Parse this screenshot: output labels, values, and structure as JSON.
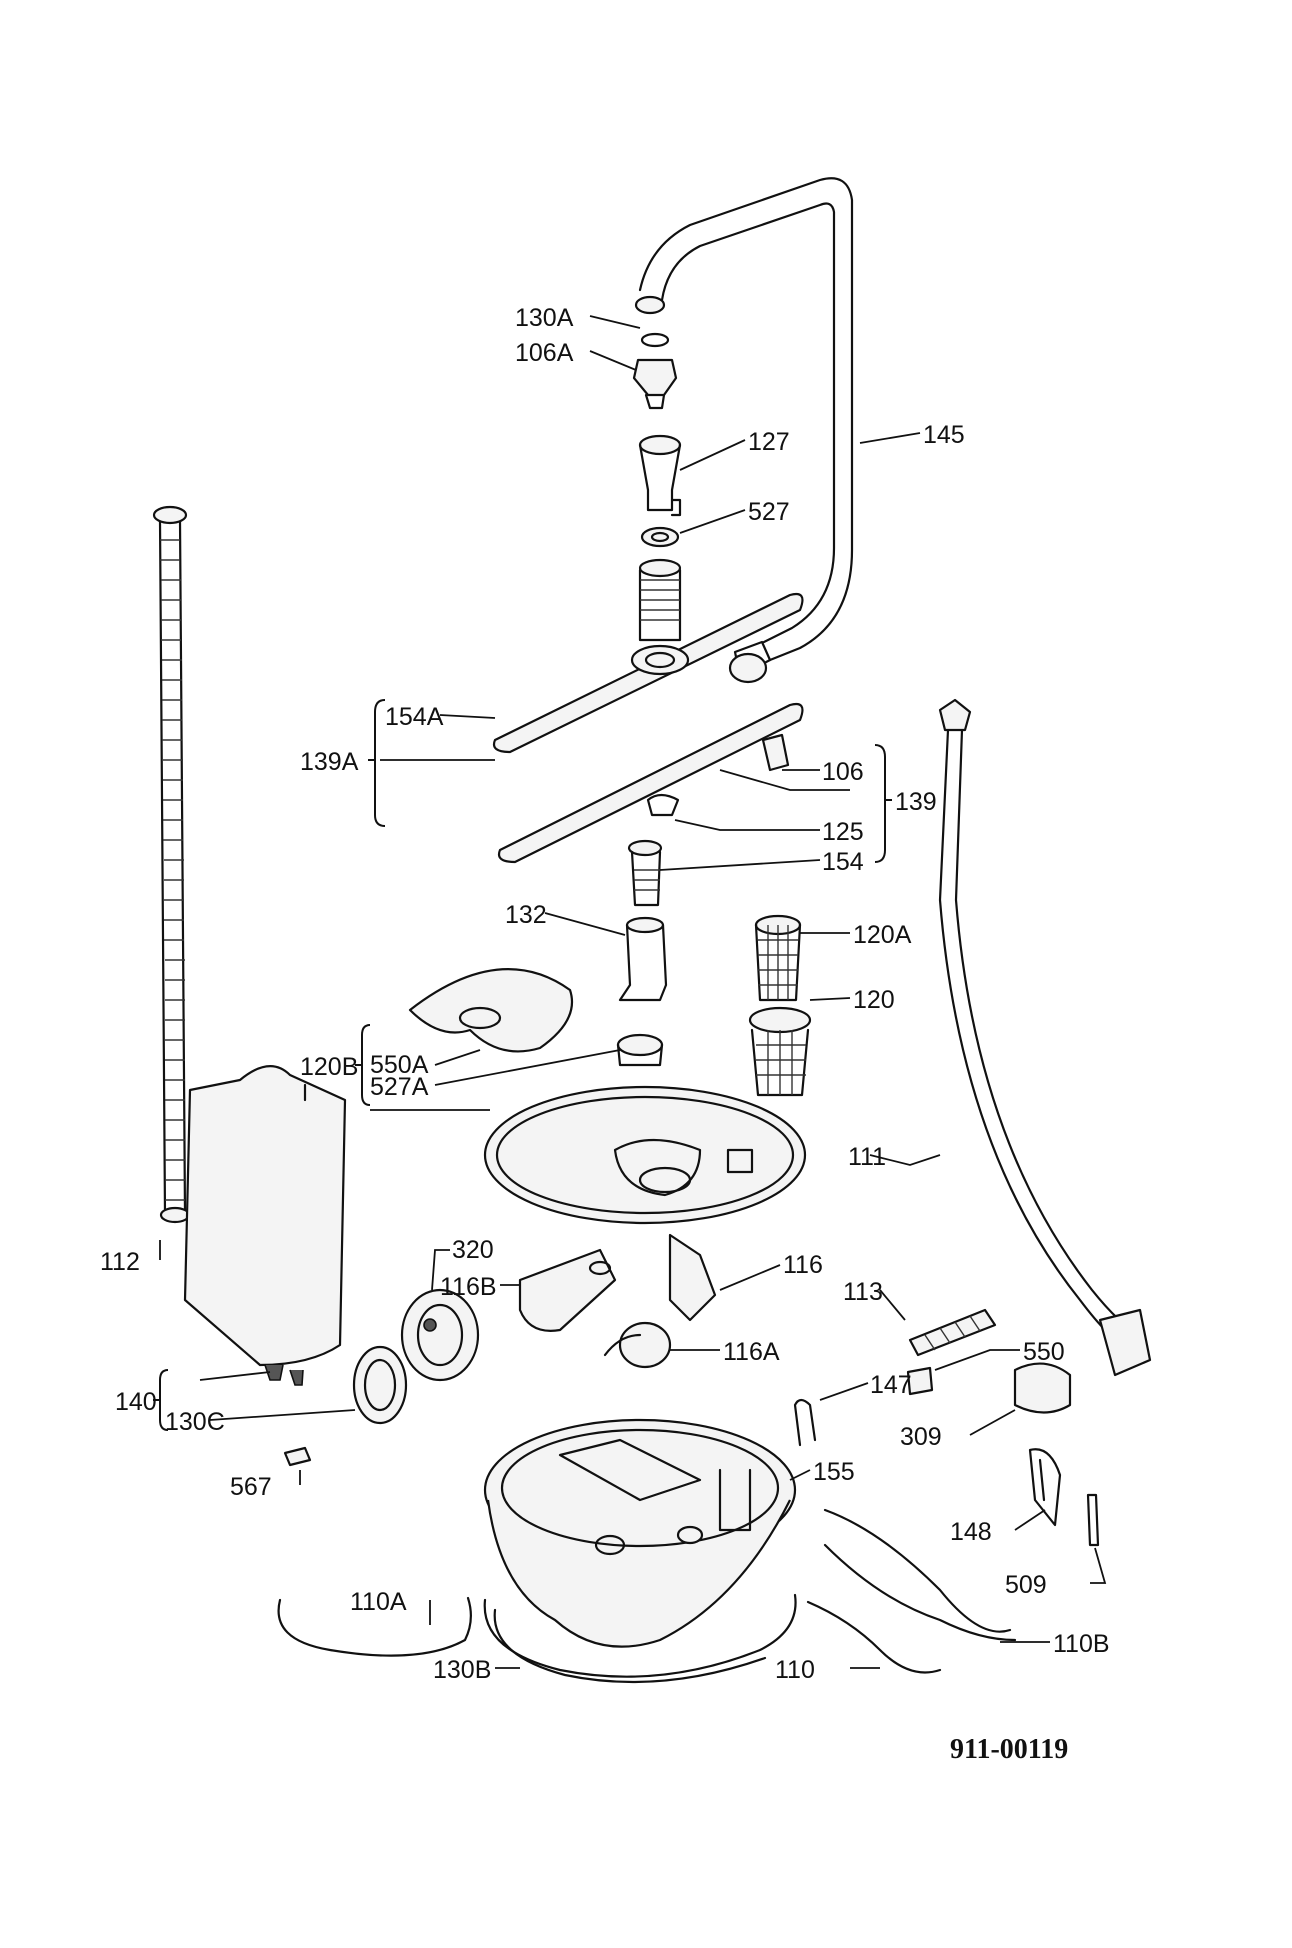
{
  "diagram": {
    "reference_number": "911-00119",
    "labels": {
      "l130A": "130A",
      "l106A": "106A",
      "l127": "127",
      "l145": "145",
      "l527": "527",
      "l154A": "154A",
      "l139A": "139A",
      "l106": "106",
      "l139": "139",
      "l125": "125",
      "l154": "154",
      "l132": "132",
      "l120A": "120A",
      "l120": "120",
      "l550A": "550A",
      "l527A": "527A",
      "l120B": "120B",
      "l111": "111",
      "l112": "112",
      "l320": "320",
      "l116B": "116B",
      "l116": "116",
      "l113": "113",
      "l116A": "116A",
      "l550": "550",
      "l147": "147",
      "l309": "309",
      "l140": "140",
      "l130C": "130C",
      "l155": "155",
      "l567": "567",
      "l148": "148",
      "l509": "509",
      "l110A": "110A",
      "l110B": "110B",
      "l130B": "130B",
      "l110": "110"
    }
  }
}
